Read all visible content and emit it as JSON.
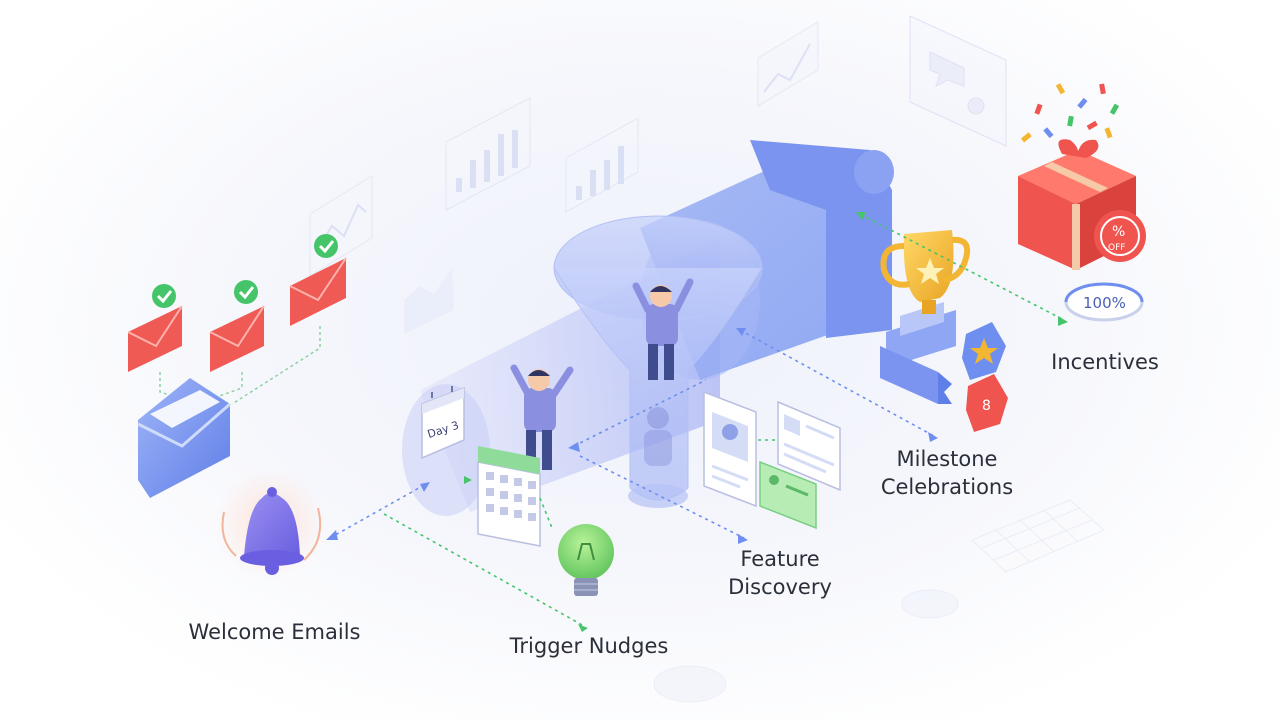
{
  "labels": {
    "welcome_emails": "Welcome Emails",
    "trigger_nudges": "Trigger Nudges",
    "feature_discovery_line1": "Feature",
    "feature_discovery_line2": "Discovery",
    "milestone_line1": "Milestone",
    "milestone_line2": "Celebrations",
    "incentives": "Incentives"
  },
  "badges": {
    "calendar_day": "Day 3",
    "progress": "100%",
    "discount_symbol": "%",
    "discount_word": "OFF",
    "medal_number": "8"
  },
  "colors": {
    "accent_blue": "#6f8ff0",
    "envelope_red": "#ef5a55",
    "check_green": "#45c46a",
    "bell_purple": "#7f78e8",
    "trophy_gold": "#f2b632",
    "gift_red": "#f0544e",
    "bulb_green": "#7dd86b"
  }
}
